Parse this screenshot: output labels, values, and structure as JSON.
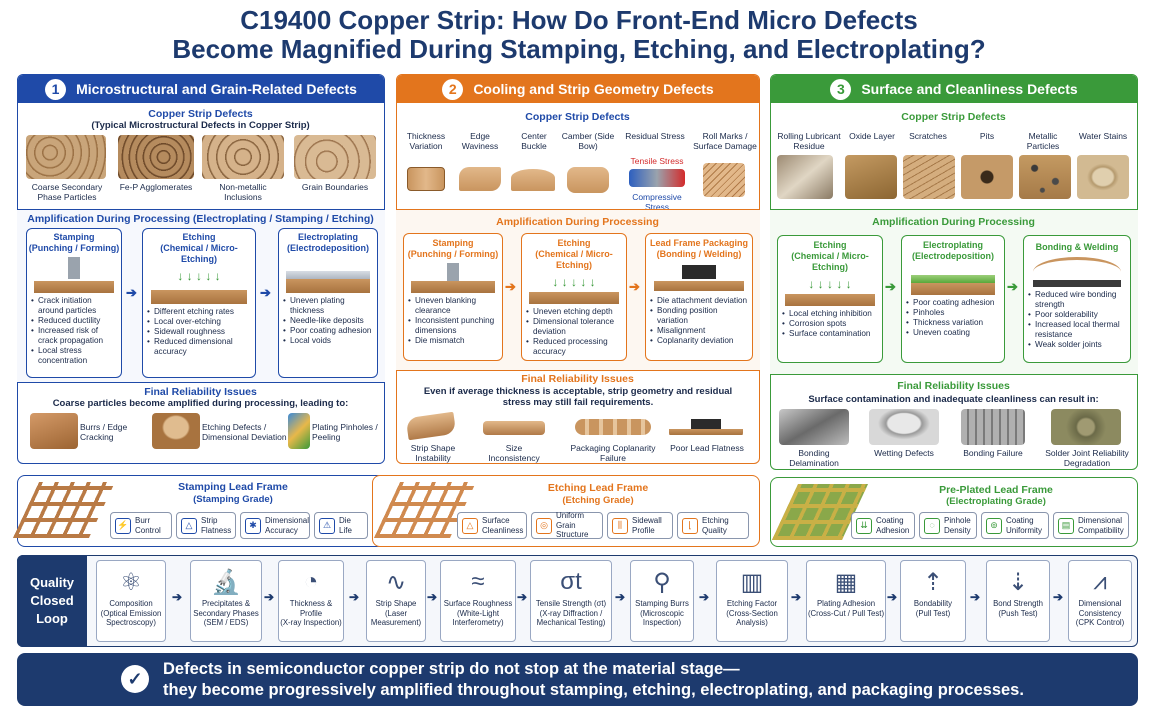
{
  "title_line1": "C19400 Copper Strip: How Do Front-End Micro Defects",
  "title_line2": "Become Magnified During Stamping, Etching, and Electroplating?",
  "colors": {
    "blue": "#1f4aa8",
    "orange": "#e3751d",
    "green": "#3a9a3a",
    "navy": "#1d3a6e"
  },
  "col1": {
    "num": "1",
    "title": "Microstructural and Grain-Related Defects",
    "strip_title": "Copper Strip Defects",
    "strip_sub": "(Typical Microstructural Defects in Copper Strip)",
    "defects": [
      "Coarse Secondary Phase Particles",
      "Fe-P Agglomerates",
      "Non-metallic Inclusions",
      "Grain Boundaries"
    ],
    "amp_title": "Amplification During Processing (Electroplating / Stamping / Etching)",
    "cards": [
      {
        "title": "Stamping",
        "sub": "(Punching / Forming)",
        "items": [
          "Crack initiation around particles",
          "Reduced ductility",
          "Increased risk of crack propagation",
          "Local stress concentration"
        ]
      },
      {
        "title": "Etching",
        "sub": "(Chemical / Micro-Etching)",
        "items": [
          "Different etching rates",
          "Local over-etching",
          "Sidewall roughness",
          "Reduced dimensional accuracy"
        ]
      },
      {
        "title": "Electroplating",
        "sub": "(Electrodeposition)",
        "items": [
          "Uneven plating thickness",
          "Needle-like deposits",
          "Poor coating adhesion",
          "Local voids"
        ]
      }
    ],
    "final_title": "Final Reliability Issues",
    "final_sub": "Coarse particles become amplified during processing, leading to:",
    "finals": [
      "Burrs / Edge Cracking",
      "Etching Defects / Dimensional Deviation",
      "Plating Pinholes / Peeling"
    ],
    "lf_title": "Stamping Lead Frame",
    "lf_sub": "(Stamping Grade)",
    "lf_pills": [
      "Burr Control",
      "Strip Flatness",
      "Dimensional Accuracy",
      "Die Life"
    ]
  },
  "col2": {
    "num": "2",
    "title": "Cooling and Strip Geometry Defects",
    "strip_title": "Copper Strip Defects",
    "defects": [
      "Thickness Variation",
      "Edge Waviness",
      "Center Buckle",
      "Camber (Side Bow)",
      "Residual Stress",
      "Roll Marks / Surface Damage"
    ],
    "tensile": "Tensile Stress",
    "compressive": "Compressive Stress",
    "amp_title": "Amplification During Processing",
    "cards": [
      {
        "title": "Stamping",
        "sub": "(Punching / Forming)",
        "items": [
          "Uneven blanking clearance",
          "Inconsistent punching dimensions",
          "Die mismatch"
        ]
      },
      {
        "title": "Etching",
        "sub": "(Chemical / Micro-Etching)",
        "items": [
          "Uneven etching depth",
          "Dimensional tolerance deviation",
          "Reduced processing accuracy"
        ]
      },
      {
        "title": "Lead Frame Packaging",
        "sub": "(Bonding / Welding)",
        "items": [
          "Die attachment deviation",
          "Bonding position variation",
          "Misalignment",
          "Coplanarity deviation"
        ]
      }
    ],
    "final_title": "Final Reliability Issues",
    "final_sub": "Even if average thickness is acceptable, strip geometry and residual stress may still fail requirements.",
    "finals": [
      "Strip Shape Instability",
      "Size Inconsistency",
      "Packaging Coplanarity Failure",
      "Poor Lead Flatness"
    ],
    "lf_title": "Etching Lead Frame",
    "lf_sub": "(Etching Grade)",
    "lf_pills": [
      "Surface Cleanliness",
      "Uniform Grain Structure",
      "Sidewall Profile",
      "Etching Quality"
    ]
  },
  "col3": {
    "num": "3",
    "title": "Surface and Cleanliness Defects",
    "strip_title": "Copper Strip Defects",
    "defects": [
      "Rolling Lubricant Residue",
      "Oxide Layer",
      "Scratches",
      "Pits",
      "Metallic Particles",
      "Water Stains"
    ],
    "amp_title": "Amplification During Processing",
    "cards": [
      {
        "title": "Etching",
        "sub": "(Chemical / Micro-Etching)",
        "items": [
          "Local etching inhibition",
          "Corrosion spots",
          "Surface contamination"
        ]
      },
      {
        "title": "Electroplating",
        "sub": "(Electrodeposition)",
        "items": [
          "Poor coating adhesion",
          "Pinholes",
          "Thickness variation",
          "Uneven coating"
        ]
      },
      {
        "title": "Bonding & Welding",
        "sub": "",
        "items": [
          "Reduced wire bonding strength",
          "Poor solderability",
          "Increased local thermal resistance",
          "Weak solder joints"
        ]
      }
    ],
    "final_title": "Final Reliability Issues",
    "final_sub": "Surface contamination and inadequate cleanliness can result in:",
    "finals": [
      "Bonding Delamination",
      "Wetting Defects",
      "Bonding Failure",
      "Solder Joint Reliability Degradation"
    ],
    "lf_title": "Pre-Plated Lead Frame",
    "lf_sub": "(Electroplating Grade)",
    "lf_pills": [
      "Coating Adhesion",
      "Pinhole Density",
      "Coating Uniformity",
      "Dimensional Compatibility"
    ]
  },
  "quality": {
    "label": "Quality Closed Loop",
    "steps": [
      {
        "title": "Composition",
        "detail": "(Optical Emission Spectroscopy)",
        "glyph": "⚛"
      },
      {
        "title": "Precipitates & Secondary Phases",
        "detail": "(SEM / EDS)",
        "glyph": "🔬"
      },
      {
        "title": "Thickness & Profile",
        "detail": "(X-ray Inspection)",
        "glyph": "◔"
      },
      {
        "title": "Strip Shape",
        "detail": "(Laser Measurement)",
        "glyph": "∿"
      },
      {
        "title": "Surface Roughness",
        "detail": "(White-Light Interferometry)",
        "glyph": "≈"
      },
      {
        "title": "Tensile Strength (σt)",
        "detail": "(X-ray Diffraction / Mechanical Testing)",
        "glyph": "σt"
      },
      {
        "title": "Stamping Burrs",
        "detail": "(Microscopic Inspection)",
        "glyph": "⚲"
      },
      {
        "title": "Etching Factor",
        "detail": "(Cross-Section Analysis)",
        "glyph": "▥"
      },
      {
        "title": "Plating Adhesion",
        "detail": "(Cross-Cut / Pull Test)",
        "glyph": "▦"
      },
      {
        "title": "Bondability",
        "detail": "(Pull Test)",
        "glyph": "⇡"
      },
      {
        "title": "Bond Strength",
        "detail": "(Push Test)",
        "glyph": "⇣"
      },
      {
        "title": "Dimensional Consistency",
        "detail": "(CPK Control)",
        "glyph": "⩘"
      }
    ]
  },
  "banner_line1": "Defects in semiconductor copper strip do not stop at the material stage—",
  "banner_line2": "they become progressively amplified throughout stamping, etching, electroplating, and packaging processes."
}
